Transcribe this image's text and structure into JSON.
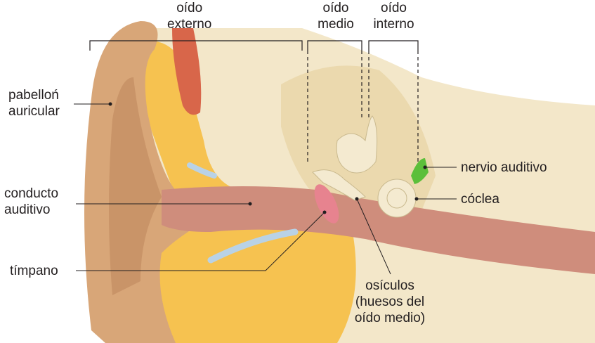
{
  "title_labels": {
    "outer_ear": [
      "oído",
      "externo"
    ],
    "middle_ear": [
      "oído",
      "medio"
    ],
    "inner_ear": [
      "oído",
      "interno"
    ]
  },
  "labels": {
    "pinna": [
      "pabelloń",
      "auricular"
    ],
    "ear_canal": [
      "conducto",
      "auditivo"
    ],
    "eardrum": "tímpano",
    "auditory_nerve": "nervio auditivo",
    "cochlea": "cóclea",
    "ossicles": [
      "osículos",
      "(huesos del",
      "oído medio)"
    ]
  }
}
